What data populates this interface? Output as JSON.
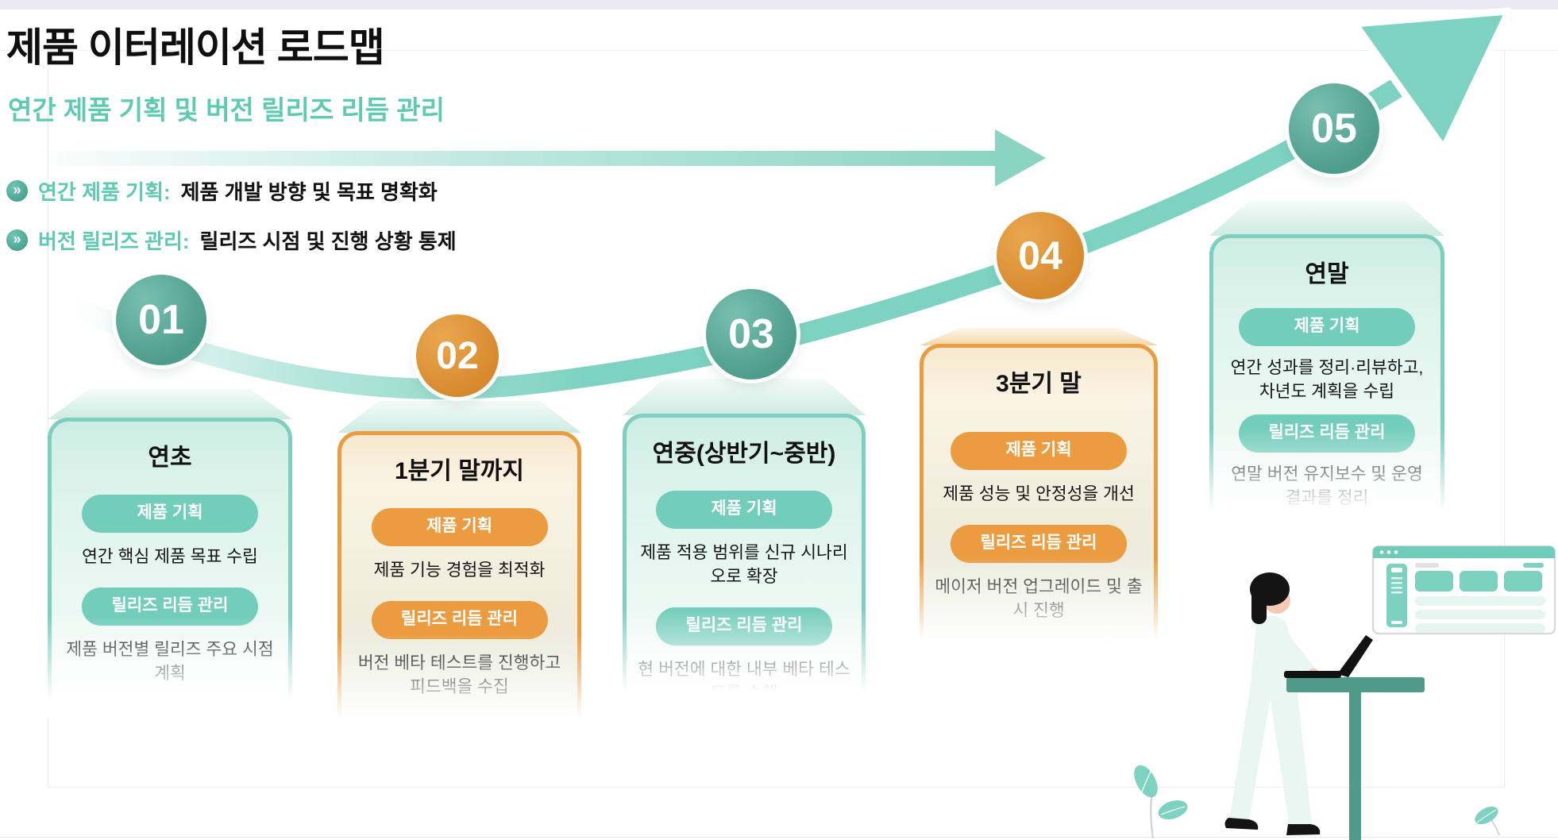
{
  "page": {
    "title": "제품 이터레이션 로드맵",
    "subtitle": "연간 제품 기획 및 버전 릴리즈 리듬 관리",
    "bullet_icon": "double-chevron-right",
    "bullets": [
      {
        "label": "연간 제품 기획:",
        "text": "제품 개발 방향 및 목표 명확화"
      },
      {
        "label": "버전 릴리즈 관리:",
        "text": "릴리즈 시점 및 진행 상황 통제"
      }
    ]
  },
  "steps": [
    {
      "number": "01",
      "color": "teal",
      "period": "연초",
      "items": [
        {
          "tag": "제품 기획",
          "desc": "연간 핵심 제품 목표 수립"
        },
        {
          "tag": "릴리즈 리듬 관리",
          "desc": "제품 버전별 릴리즈 주요 시점 계획"
        }
      ]
    },
    {
      "number": "02",
      "color": "orange",
      "period": "1분기 말까지",
      "items": [
        {
          "tag": "제품 기획",
          "desc": "제품 기능 경험을 최적화"
        },
        {
          "tag": "릴리즈 리듬 관리",
          "desc": "버전 베타 테스트를 진행하고 피드백을 수집"
        }
      ]
    },
    {
      "number": "03",
      "color": "teal",
      "period": "연중(상반기~중반)",
      "items": [
        {
          "tag": "제품 기획",
          "desc": "제품 적용 범위를 신규 시나리오로 확장"
        },
        {
          "tag": "릴리즈 리듬 관리",
          "desc": "현 버전에 대한 내부 베타 테스트를 수행"
        }
      ]
    },
    {
      "number": "04",
      "color": "orange",
      "period": "3분기 말",
      "items": [
        {
          "tag": "제품 기획",
          "desc": "제품 성능 및 안정성을 개선"
        },
        {
          "tag": "릴리즈 리듬 관리",
          "desc": "메이저 버전 업그레이드 및 출시 진행"
        }
      ]
    },
    {
      "number": "05",
      "color": "teal",
      "period": "연말",
      "items": [
        {
          "tag": "제품 기획",
          "desc": "연간 성과를 정리·리뷰하고, 차년도 계획을 수립"
        },
        {
          "tag": "릴리즈 리듬 관리",
          "desc": "연말 버전 유지보수 및 운영 결과를 정리"
        }
      ]
    }
  ],
  "colors": {
    "accent_teal_text": "#5ecab2",
    "teal_circle": "#4d9c8c",
    "orange_circle": "#d8892e",
    "swoosh": "#7ed2c1",
    "pill_teal": "#73cdbb",
    "pill_orange": "#ec9c40",
    "card_border_teal": "#7fcfbf",
    "card_border_orange": "#ec9c40"
  }
}
